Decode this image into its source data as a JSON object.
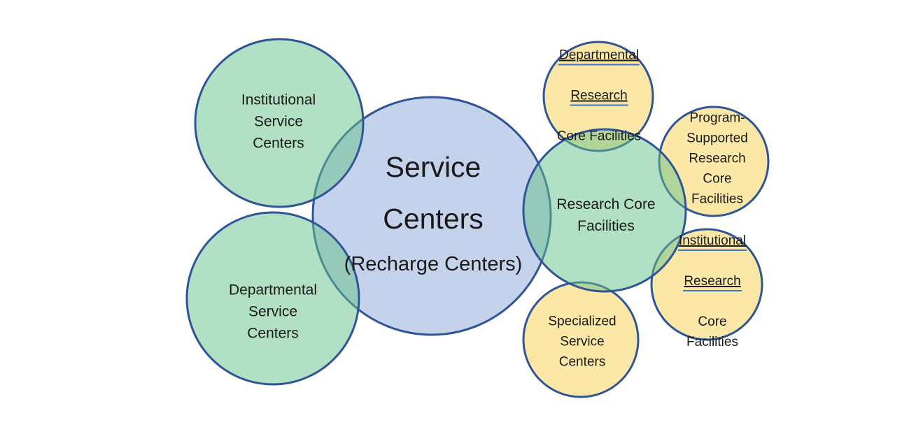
{
  "diagram": {
    "type": "venn-overlap-diagram",
    "background": "#ffffff",
    "stroke_color": "#2f5597",
    "text_color": "#1a1a1a",
    "underline_color": "#4472c4",
    "fills": {
      "blue": "#8ba5d980",
      "green": "#65c18980",
      "yellow": "#f9d14d80"
    },
    "labels": {
      "service_centers": {
        "line1": "Service",
        "line2": "Centers",
        "line3": "(Recharge Centers)"
      },
      "institutional_service": "Institutional\nService\nCenters",
      "departmental_service": "Departmental\nService\nCenters",
      "research_core": "Research Core\nFacilities",
      "departmental_research": {
        "underlined_line1": "Departmental",
        "underlined_line2": "Research",
        "rest": "Core Facilities"
      },
      "program_supported": "Program-\nSupported\nResearch\nCore\nFacilities",
      "institutional_research": {
        "underlined_line1": "Institutional",
        "underlined_line2": "Research",
        "rest": "Core\nFacilities"
      },
      "specialized_service": "Specialized\nService\nCenters"
    }
  }
}
